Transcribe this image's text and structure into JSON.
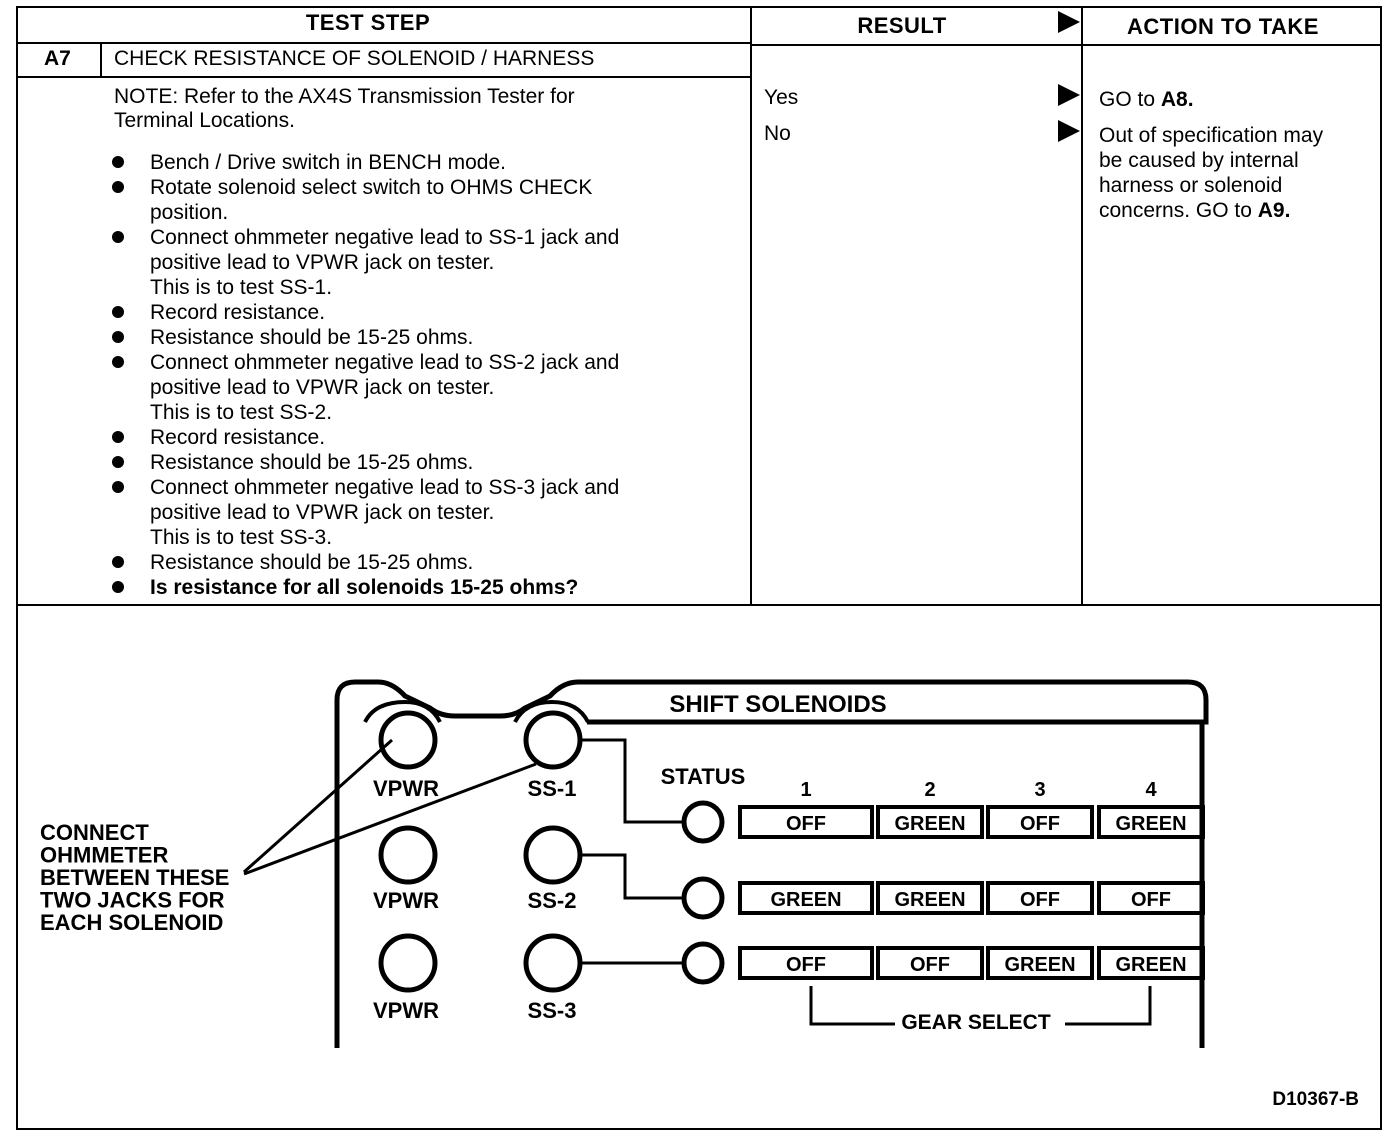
{
  "table": {
    "headers": {
      "test_step": "TEST STEP",
      "result": "RESULT",
      "action": "ACTION TO TAKE"
    },
    "step_id": "A7",
    "step_title": "CHECK RESISTANCE OF SOLENOID / HARNESS",
    "note_lines": [
      "NOTE: Refer to the AX4S Transmission Tester for",
      "Terminal Locations."
    ],
    "steps": [
      {
        "lines": [
          "Bench / Drive switch in BENCH mode."
        ]
      },
      {
        "lines": [
          "Rotate solenoid select switch to OHMS CHECK",
          "position."
        ]
      },
      {
        "lines": [
          "Connect ohmmeter negative lead to SS-1 jack and",
          "positive lead to VPWR jack on tester.",
          "This is to test SS-1."
        ]
      },
      {
        "lines": [
          "Record resistance."
        ]
      },
      {
        "lines": [
          "Resistance should be 15-25 ohms."
        ]
      },
      {
        "lines": [
          "Connect ohmmeter negative lead to SS-2 jack and",
          "positive lead to VPWR jack on tester.",
          "This is to test SS-2."
        ]
      },
      {
        "lines": [
          "Record resistance."
        ]
      },
      {
        "lines": [
          "Resistance should be 15-25 ohms."
        ]
      },
      {
        "lines": [
          "Connect ohmmeter negative lead to SS-3 jack and",
          "positive lead to VPWR jack on tester.",
          "This is to test SS-3."
        ]
      },
      {
        "lines": [
          "Resistance should be 15-25 ohms."
        ]
      },
      {
        "lines": [
          "Is resistance for all solenoids 15-25 ohms?"
        ],
        "bold": true
      }
    ],
    "results": {
      "yes": "Yes",
      "no": "No"
    },
    "actions": {
      "yes_prefix": "GO to ",
      "yes_target": "A8.",
      "no_lines": [
        "Out of specification may",
        "be caused by internal",
        "harness or solenoid"
      ],
      "no_last_prefix": "concerns. GO to ",
      "no_target": "A9."
    }
  },
  "diagram": {
    "panel_title": "SHIFT SOLENOIDS",
    "status_label": "STATUS",
    "callout_lines": [
      "CONNECT",
      "OHMMETER",
      "BETWEEN THESE",
      "TWO JACKS FOR",
      "EACH SOLENOID"
    ],
    "jacks": {
      "vpwr": [
        "VPWR",
        "VPWR",
        "VPWR"
      ],
      "solenoids": [
        "SS-1",
        "SS-2",
        "SS-3"
      ]
    },
    "gear_numbers": [
      "1",
      "2",
      "3",
      "4"
    ],
    "gear_states": [
      [
        "OFF",
        "GREEN",
        "OFF",
        "GREEN"
      ],
      [
        "GREEN",
        "GREEN",
        "OFF",
        "OFF"
      ],
      [
        "OFF",
        "OFF",
        "GREEN",
        "GREEN"
      ]
    ],
    "gear_select_label": "GEAR SELECT",
    "figure_id": "D10367-B"
  }
}
